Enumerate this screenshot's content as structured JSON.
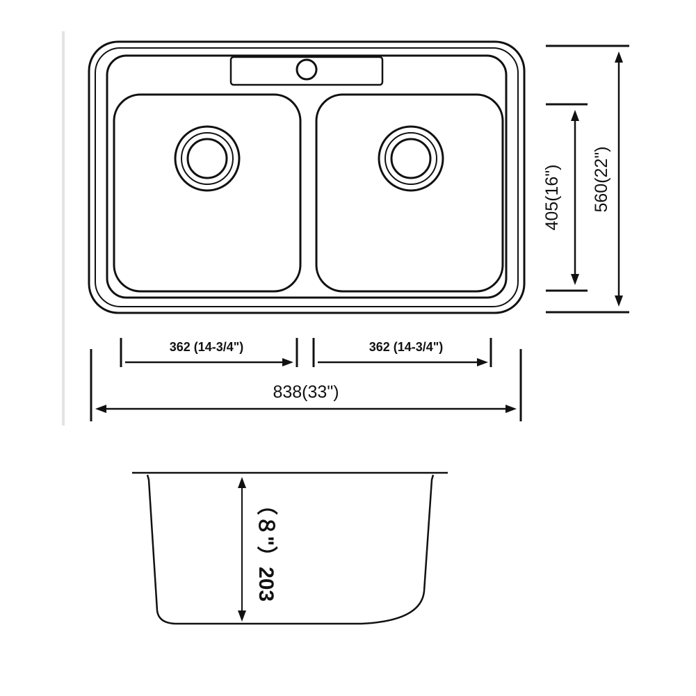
{
  "diagram": {
    "top_view": {
      "bowl_width_left": "362 (14-3/4\")",
      "bowl_width_right": "362 (14-3/4\")",
      "overall_width": "838(33\")",
      "bowl_length": "405(16\")",
      "overall_length": "560(22\")"
    },
    "side_view": {
      "depth": "（８\"）203"
    }
  }
}
